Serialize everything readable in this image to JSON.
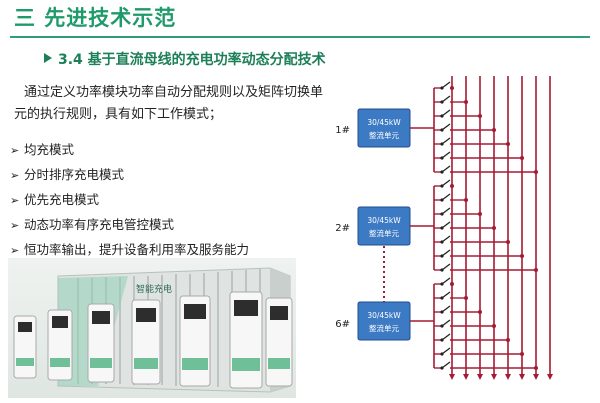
{
  "slide": {
    "title": "三  先进技术示范",
    "subtitle": "3.4 基于直流母线的充电功率动态分配技术",
    "intro": "通过定义功率模块功率自动分配规则以及矩阵切换单元的执行规则，具有如下工作模式；",
    "modes": [
      "均充模式",
      "分时排序充电模式",
      "优先充电模式",
      "动态功率有序充电管控模式",
      "恒功率输出，提升设备利用率及服务能力"
    ]
  },
  "photo": {
    "container_text": "智能充电",
    "charger_count": 7
  },
  "diagram": {
    "modules": [
      {
        "id": "1#",
        "line1": "30/45kW",
        "line2": "整流单元"
      },
      {
        "id": "2#",
        "line1": "30/45kW",
        "line2": "整流单元"
      },
      {
        "id": "6#",
        "line1": "30/45kW",
        "line2": "整流单元"
      }
    ],
    "output_lines": 8,
    "colors": {
      "module_fill": "#3d7ac4",
      "module_border": "#1d4f91",
      "bus_red": "#a51b33",
      "link": "#a51b33",
      "switch": "#222222",
      "title_green": "#1f9a6b"
    }
  }
}
